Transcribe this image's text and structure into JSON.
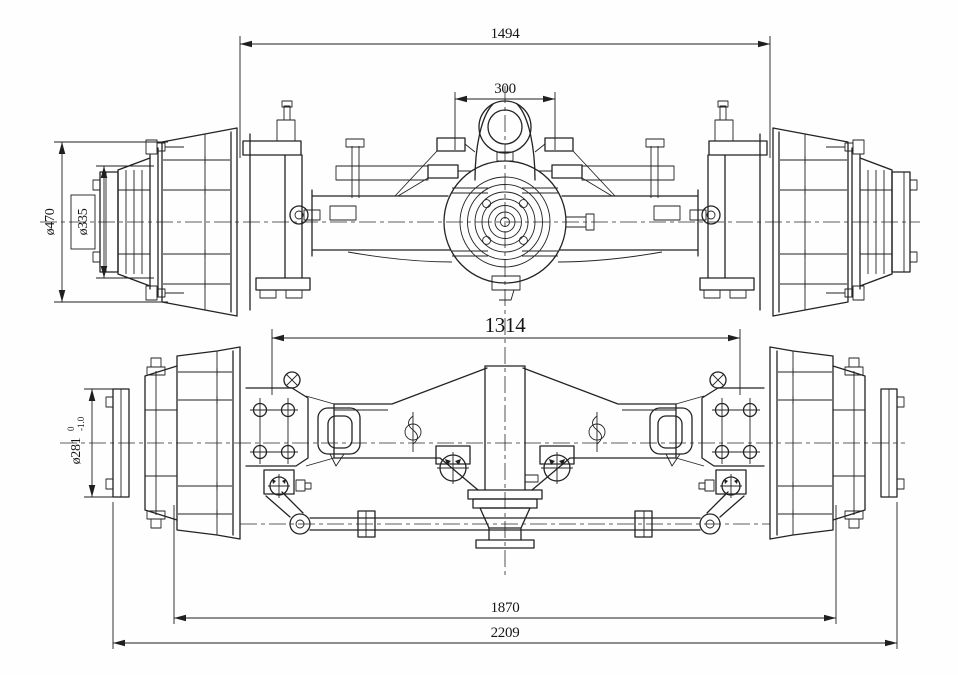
{
  "dimensions": {
    "top_length": {
      "value": "1494"
    },
    "mount_width": {
      "value": "300"
    },
    "drum_diameter": {
      "value": "ø470"
    },
    "hub_diameter": {
      "value": "ø335"
    },
    "center_distance": {
      "value": "1314"
    },
    "pilot_diameter": {
      "value": "ø281",
      "tol_upper": "0",
      "tol_lower": "-1.0"
    },
    "flange_distance": {
      "value": "1870"
    },
    "overall_length": {
      "value": "2209"
    }
  }
}
